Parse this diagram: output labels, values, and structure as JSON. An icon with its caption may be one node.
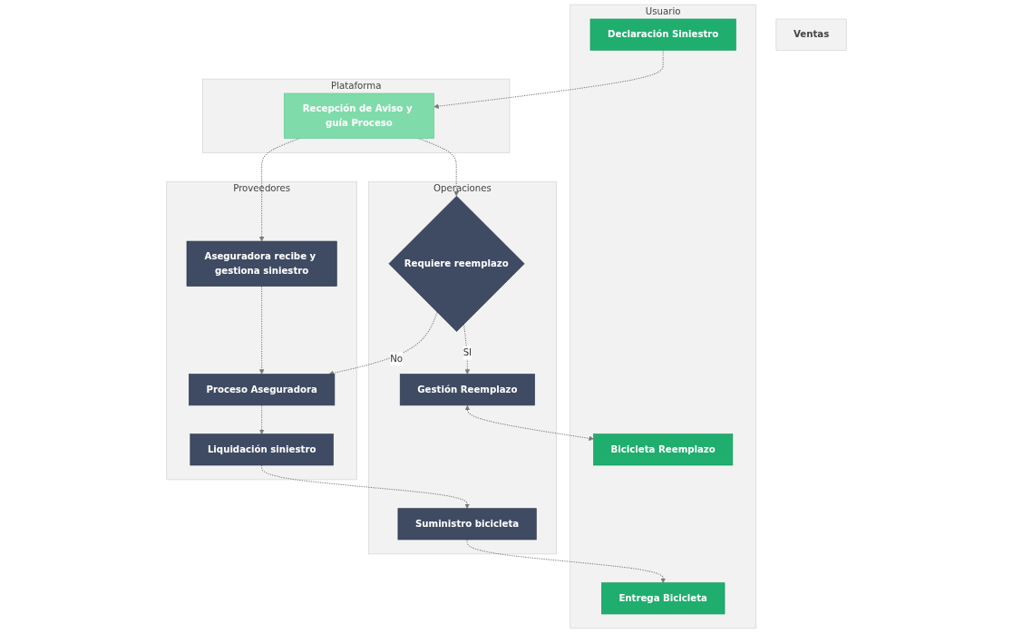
{
  "diagram": {
    "nodes": [
      {
        "text": [
          "Usuario"
        ]
      },
      {
        "text": [
          "Declaración Siniestro"
        ],
        "in": 0
      },
      {
        "text": [
          "Bicicleta Reemplazo"
        ],
        "in": 0
      },
      {
        "text": [
          "Entrega Bicicleta"
        ],
        "in": 0
      },
      {
        "text": [
          "Ventas"
        ]
      },
      {
        "text": [
          "Plataforma"
        ]
      },
      {
        "text": [
          "Recepción de Aviso y guía Proceso"
        ],
        "in": 5
      },
      {
        "text": [
          "Operaciones"
        ]
      },
      {
        "text": [
          "Requiere reemplazo"
        ],
        "in": 7
      },
      {
        "text": [
          "Gestión Reemplazo"
        ],
        "in": 7
      },
      {
        "text": [
          "Suministro bicicleta"
        ],
        "in": 7
      },
      {
        "text": [
          "Proveedores"
        ]
      },
      {
        "text": [
          "Aseguradora recibe y gestiona siniestro"
        ],
        "in": 11
      },
      {
        "text": [
          "Proceso Aseguradora"
        ],
        "in": 11
      },
      {
        "text": [
          "Liquidación siniestro"
        ],
        "in": 11
      }
    ],
    "edges": [
      {
        "from": 1,
        "to": 6,
        "arrow": "to",
        "style": "dashed"
      },
      {
        "from": 6,
        "to": 8,
        "arrow": "to",
        "style": "dashed"
      },
      {
        "from": 6,
        "to": 12,
        "arrow": "to",
        "style": "dashed"
      },
      {
        "from": 8,
        "to": 9,
        "arrow": "to",
        "style": "dashed",
        "label": "SI"
      },
      {
        "from": 8,
        "to": 13,
        "arrow": "to",
        "style": "dashed",
        "label": "No"
      },
      {
        "from": 12,
        "to": 13,
        "arrow": "to",
        "style": "dashed"
      },
      {
        "from": 9,
        "to": 2,
        "arrow": "both",
        "style": "dashed"
      },
      {
        "from": 13,
        "to": 14,
        "arrow": "to",
        "style": "dashed"
      },
      {
        "from": 14,
        "to": 10,
        "arrow": "to",
        "style": "dashed"
      },
      {
        "from": 10,
        "to": 3,
        "arrow": "to",
        "style": "dashed"
      }
    ]
  }
}
